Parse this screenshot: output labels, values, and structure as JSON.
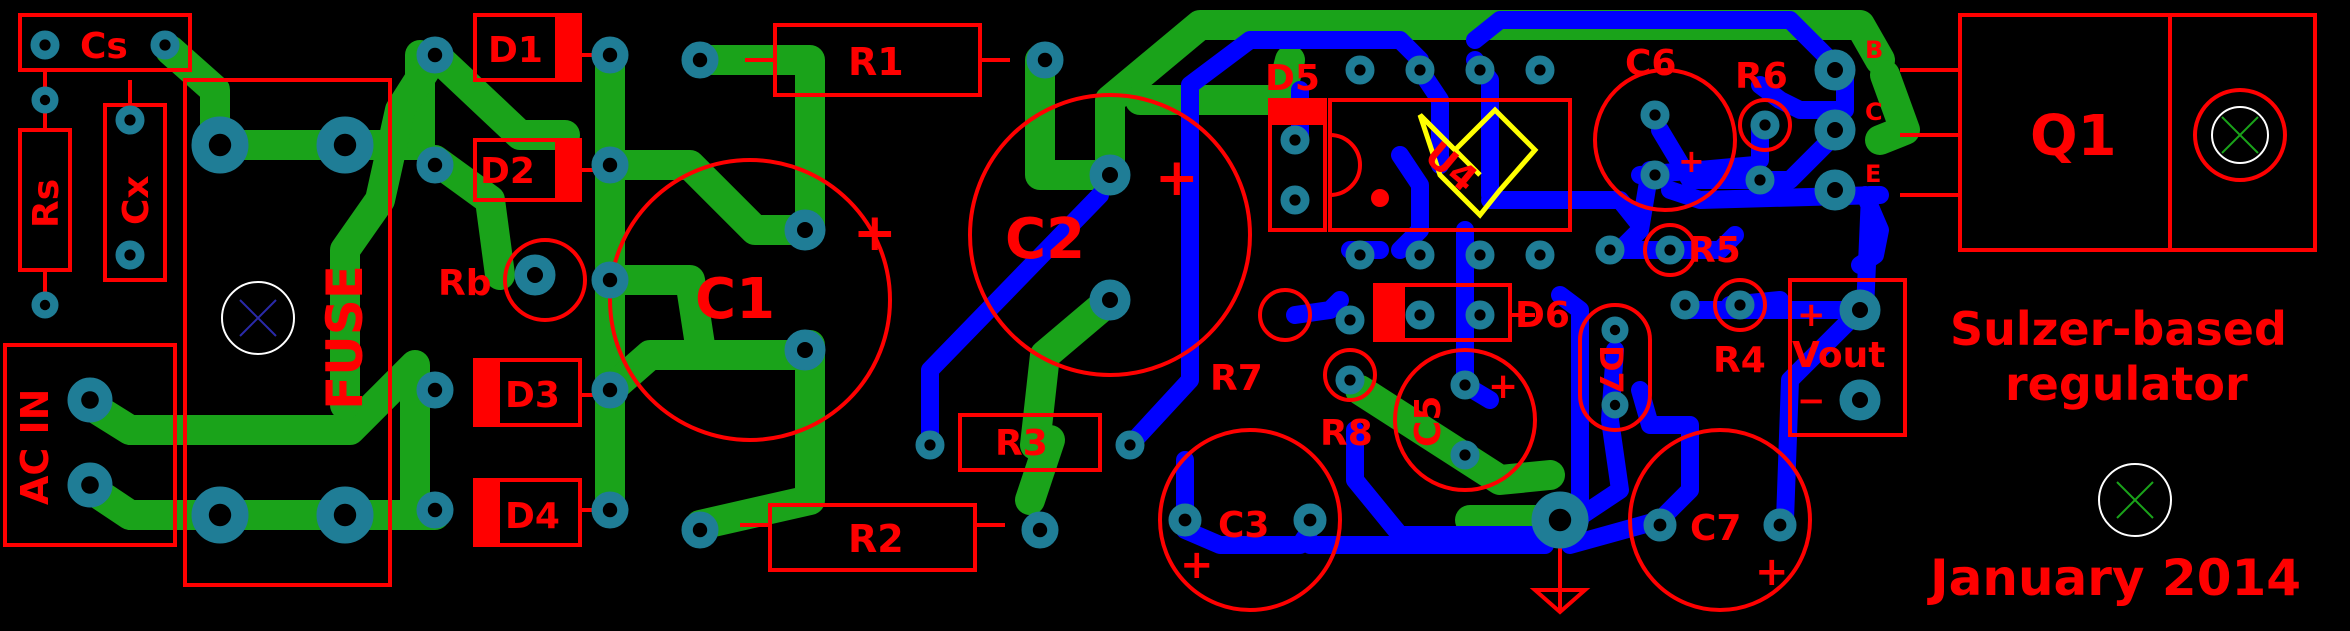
{
  "board": {
    "title_line1": "Sulzer-based",
    "title_line2": "regulator",
    "date": "January 2014"
  },
  "colors": {
    "background": "#000000",
    "top_trace": "#1aa31a",
    "bottom_trace": "#0000ff",
    "silkscreen": "#ff0000",
    "pad": "#1f7d96",
    "ic_outline": "#ffff00",
    "hole": "#ffffff"
  },
  "labels": {
    "cs": "Cs",
    "rs": "Rs",
    "cx": "Cx",
    "fuse": "FUSE",
    "ac_in": "AC IN",
    "d1": "D1",
    "d2": "D2",
    "d3": "D3",
    "d4": "D4",
    "rb": "Rb",
    "c1": "C1",
    "r1": "R1",
    "r2": "R2",
    "r3": "R3",
    "c2": "C2",
    "c3": "C3",
    "d5": "D5",
    "u4": "U4",
    "d6": "D6",
    "d7": "D7",
    "r7": "R7",
    "r8": "R8",
    "c5": "C5",
    "c6": "C6",
    "r6": "R6",
    "r5": "R5",
    "r4": "R4",
    "c7": "C7",
    "vout": "Vout",
    "q1": "Q1",
    "pin_b": "B",
    "pin_c": "C",
    "pin_e": "E",
    "plus": "+",
    "minus": "−"
  }
}
